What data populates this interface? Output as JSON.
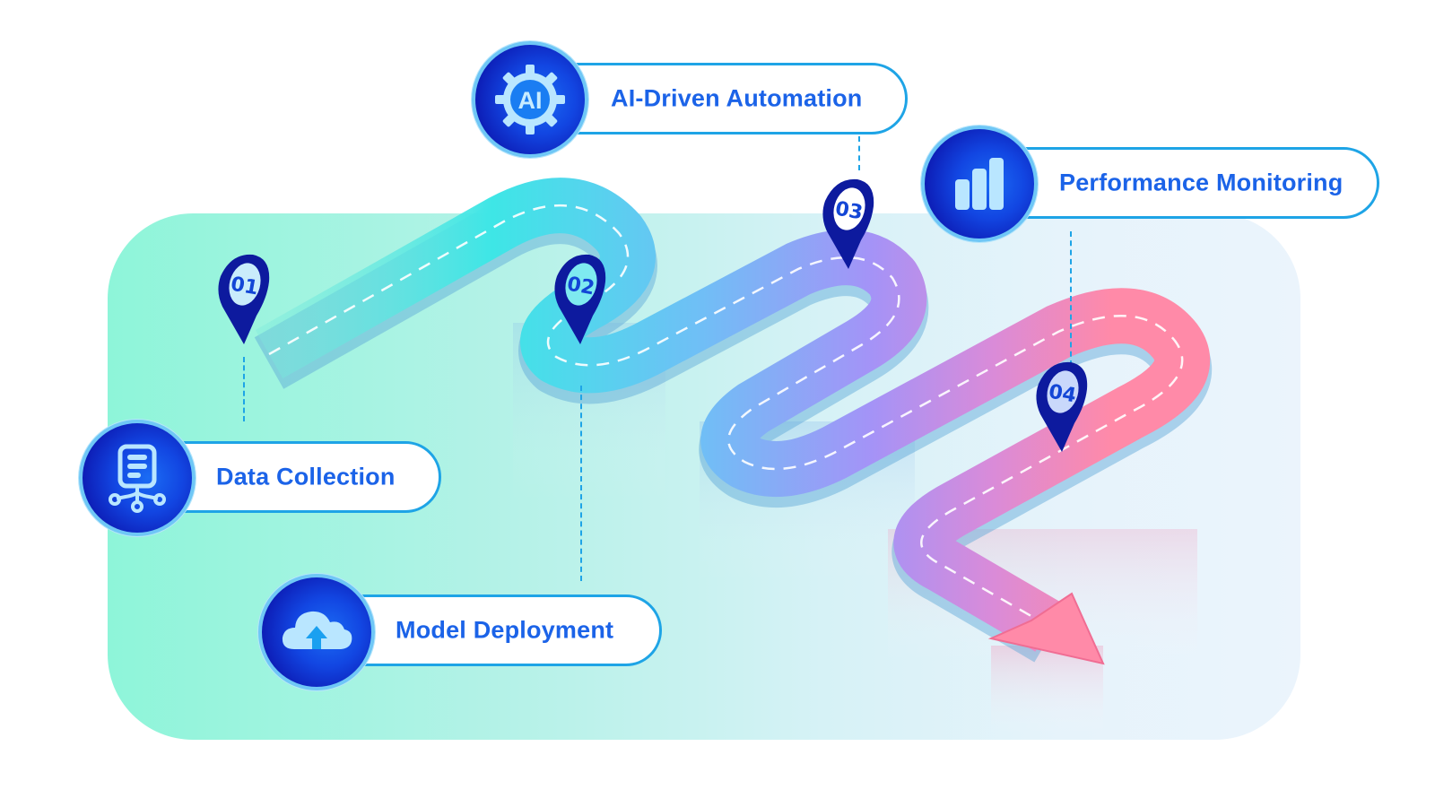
{
  "diagram": {
    "type": "roadmap",
    "description": "Winding road with four numbered milestone pins leading to an arrow",
    "colors": {
      "label_text": "#1b63e8",
      "pill_border": "#1ea4e6",
      "badge_dark": "#0a1290",
      "badge_light": "#1b6cf4",
      "pin_fill": "#0d1a9e",
      "road_start": "#3ee6d6",
      "road_mid": "#6fbff6",
      "road_purple": "#a493f7",
      "road_end": "#ff8aa8"
    },
    "steps": [
      {
        "number": "01",
        "label": "Data Collection",
        "icon": "data-network-icon"
      },
      {
        "number": "02",
        "label": "Model Deployment",
        "icon": "cloud-upload-icon"
      },
      {
        "number": "03",
        "label": "AI-Driven Automation",
        "icon": "ai-gear-icon",
        "icon_text": "AI"
      },
      {
        "number": "04",
        "label": "Performance Monitoring",
        "icon": "bar-chart-icon"
      }
    ]
  }
}
